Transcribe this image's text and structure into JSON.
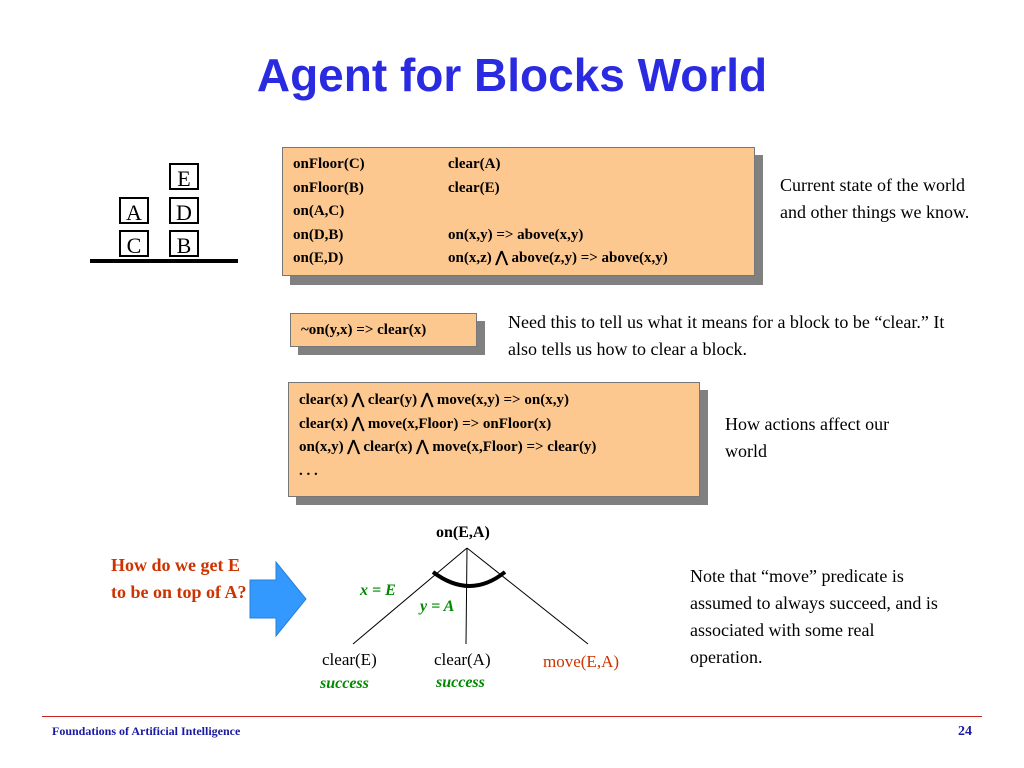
{
  "title": "Agent for Blocks World",
  "blocks": {
    "e": "E",
    "a": "A",
    "d": "D",
    "c": "C",
    "b": "B"
  },
  "facts_box": {
    "rows": [
      {
        "left": "onFloor(C)",
        "right": "clear(A)"
      },
      {
        "left": "onFloor(B)",
        "right": "clear(E)"
      },
      {
        "left": "on(A,C)",
        "right": ""
      },
      {
        "left": "on(D,B)",
        "right": "on(x,y) => above(x,y)"
      },
      {
        "left": "on(E,D)",
        "right": "on(x,z) ⋀ above(z,y) => above(x,y)"
      }
    ]
  },
  "facts_note": "Current state of the world and other things we know.",
  "clear_box": {
    "rule": "~on(y,x) => clear(x)"
  },
  "clear_note": "Need this to tell us what it means for a block to be “clear.” It also tells us how to clear a block.",
  "action_box": {
    "rows": [
      "clear(x) ⋀ clear(y) ⋀ move(x,y) => on(x,y)",
      "clear(x) ⋀ move(x,Floor) => onFloor(x)",
      "on(x,y) ⋀ clear(x) ⋀ move(x,Floor) => clear(y)",
      ". . ."
    ]
  },
  "action_note": "How actions affect our world",
  "question": "How do we get E to be on top of A?",
  "tree": {
    "root": "on(E,A)",
    "binding_x": "x = E",
    "binding_y": "y = A",
    "leaf1": "clear(E)",
    "leaf2": "clear(A)",
    "leaf3": "move(E,A)",
    "success1": "success",
    "success2": "success"
  },
  "move_note": "Note that “move” predicate is assumed to always succeed, and is associated with some real operation.",
  "footer": {
    "text": "Foundations of Artificial Intelligence",
    "page": "24"
  },
  "colors": {
    "title": "#2a2ae0",
    "box": "#fcc890",
    "arrow": "#3399ff",
    "question": "#cc3300",
    "success": "#008800"
  }
}
